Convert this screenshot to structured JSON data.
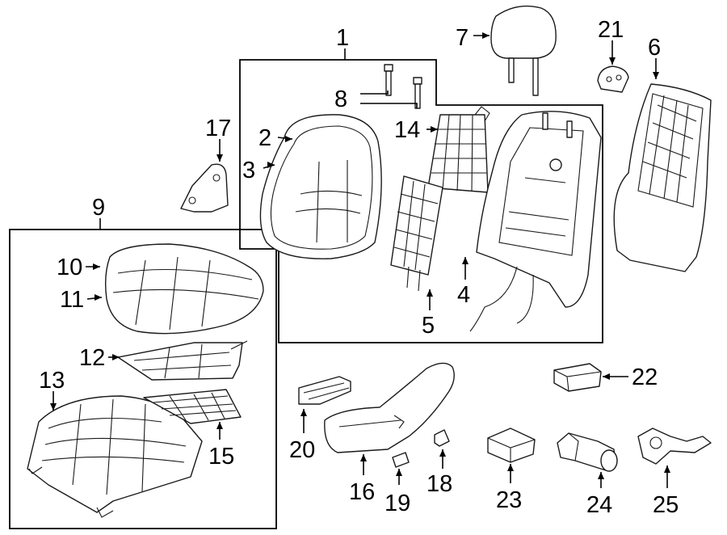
{
  "callouts": [
    {
      "id": "1",
      "label": "1"
    },
    {
      "id": "2",
      "label": "2"
    },
    {
      "id": "3",
      "label": "3"
    },
    {
      "id": "4",
      "label": "4"
    },
    {
      "id": "5",
      "label": "5"
    },
    {
      "id": "6",
      "label": "6"
    },
    {
      "id": "7",
      "label": "7"
    },
    {
      "id": "8",
      "label": "8"
    },
    {
      "id": "9",
      "label": "9"
    },
    {
      "id": "10",
      "label": "10"
    },
    {
      "id": "11",
      "label": "11"
    },
    {
      "id": "12",
      "label": "12"
    },
    {
      "id": "13",
      "label": "13"
    },
    {
      "id": "14",
      "label": "14"
    },
    {
      "id": "15",
      "label": "15"
    },
    {
      "id": "16",
      "label": "16"
    },
    {
      "id": "17",
      "label": "17"
    },
    {
      "id": "18",
      "label": "18"
    },
    {
      "id": "19",
      "label": "19"
    },
    {
      "id": "20",
      "label": "20"
    },
    {
      "id": "21",
      "label": "21"
    },
    {
      "id": "22",
      "label": "22"
    },
    {
      "id": "23",
      "label": "23"
    },
    {
      "id": "24",
      "label": "24"
    },
    {
      "id": "25",
      "label": "25"
    }
  ],
  "colors": {
    "line": "#000000",
    "part_stroke": "#1a1a1a",
    "background": "#ffffff"
  }
}
